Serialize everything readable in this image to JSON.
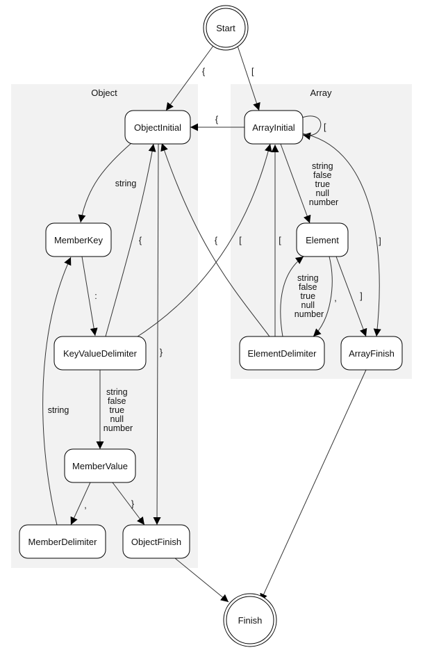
{
  "clusters": {
    "object": "Object",
    "array": "Array"
  },
  "nodes": {
    "start": "Start",
    "finish": "Finish",
    "object_initial": "ObjectInitial",
    "member_key": "MemberKey",
    "key_value_delimiter": "KeyValueDelimiter",
    "member_value": "MemberValue",
    "member_delimiter": "MemberDelimiter",
    "object_finish": "ObjectFinish",
    "array_initial": "ArrayInitial",
    "element": "Element",
    "element_delimiter": "ElementDelimiter",
    "array_finish": "ArrayFinish"
  },
  "edge_labels": {
    "start_to_object": "{",
    "start_to_array": "[",
    "arrayinit_to_objectinit": "{",
    "arrayinit_self": "[",
    "objectinit_to_memberkey": "string",
    "membkey_to_kvd": ":",
    "kvd_to_objectinit": "{",
    "objectinit_to_objectfinish": "}",
    "kvd_to_arrayinit": "[",
    "kvd_to_membervalue": [
      "string",
      "false",
      "true",
      "null",
      "number"
    ],
    "membervalue_to_memberdelimiter": ",",
    "membervalue_to_objectfinish": "}",
    "memberdelimiter_to_memberkey": "string",
    "arrayinit_to_element": [
      "string",
      "false",
      "true",
      "null",
      "number"
    ],
    "elementdelim_to_objectinit": "{",
    "elementdelim_to_arrayinit": "[",
    "elementdelim_to_element": [
      "string",
      "false",
      "true",
      "null",
      "number"
    ],
    "element_to_elementdelim": ",",
    "element_to_arrayfinish": "]",
    "arrayinit_to_arrayfinish": "]"
  }
}
